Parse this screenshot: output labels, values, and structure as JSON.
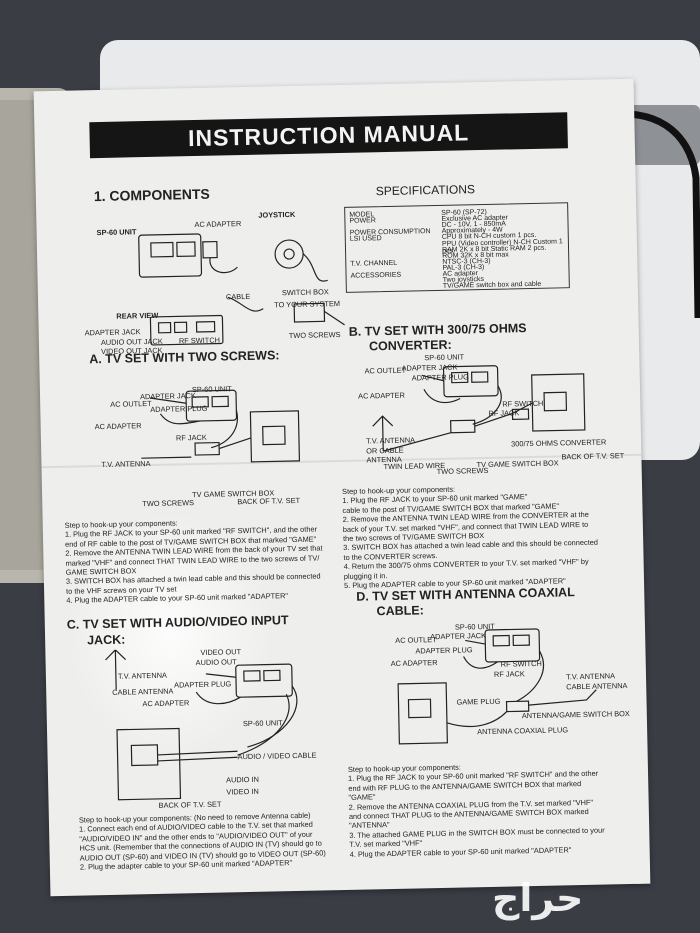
{
  "manual": {
    "title": "INSTRUCTION MANUAL",
    "components_heading": "1. COMPONENTS",
    "specifications_heading": "SPECIFICATIONS",
    "component_labels": {
      "sp60_unit": "SP-60 UNIT",
      "ac_adapter": "AC ADAPTER",
      "joystick": "JOYSTICK",
      "cable": "CABLE",
      "switch_box": "SWITCH BOX",
      "rear_view": "REAR VIEW",
      "adapter_jack": "ADAPTER JACK",
      "audio_out_jack": "AUDIO OUT JACK",
      "video_out_jack": "VIDEO OUT JACK",
      "rf_switch": "RF SWITCH",
      "to_your_system": "TO YOUR SYSTEM",
      "two_screws": "TWO SCREWS"
    },
    "specs": [
      {
        "label": "MODEL",
        "value": "SP-60 (SP-72)"
      },
      {
        "label": "POWER",
        "value": "Exclusive AC adapter"
      },
      {
        "label": "",
        "value": "DC - 10V, 1 - 850mA"
      },
      {
        "label": "POWER CONSUMPTION",
        "value": "Approximately - 4W"
      },
      {
        "label": "LSI USED",
        "value": "CPU 8 bit N-CH custom 1 pcs."
      },
      {
        "label": "",
        "value": "PPU (Video controller) N-CH Custom 1 pcs."
      },
      {
        "label": "",
        "value": "RAM 2K x 8 bit Static RAM 2 pcs."
      },
      {
        "label": "",
        "value": "ROM 32K x 8 bit max"
      },
      {
        "label": "T.V. CHANNEL",
        "value": "NTSC-3 (CH-3)"
      },
      {
        "label": "",
        "value": "PAL-3 (CH-3)"
      },
      {
        "label": "ACCESSORIES",
        "value": "AC adapter"
      },
      {
        "label": "",
        "value": "Two joysticks"
      },
      {
        "label": "",
        "value": "TV/GAME switch box and cable"
      }
    ],
    "section_a": {
      "heading": "A. TV SET WITH TWO SCREWS:",
      "labels": [
        "SP-60 UNIT",
        "AC OUTLET",
        "ADAPTER JACK",
        "ADAPTER PLUG",
        "AC ADAPTER",
        "RF JACK",
        "T.V. ANTENNA",
        "TWO SCREWS",
        "TV GAME SWITCH BOX",
        "BACK OF T.V. SET"
      ],
      "steps": [
        "Step to hook-up your components:",
        "1. Plug the RF JACK to your SP-60 unit marked \"RF SWITCH\", and the other",
        "   end of RF cable to the post of TV/GAME SWITCH BOX that marked \"GAME\"",
        "2. Remove the ANTENNA TWIN LEAD WIRE from the back of your TV set that",
        "   marked \"VHF\" and connect THAT TWIN LEAD WIRE to the two screws of TV/",
        "   GAME SWITCH BOX",
        "3. SWITCH BOX has attached a twin lead cable and this should be connected",
        "   to the VHF screws on your TV set",
        "4. Plug the ADAPTER cable to your SP-60 unit marked \"ADAPTER\""
      ]
    },
    "section_b": {
      "heading": "B. TV SET WITH 300/75 OHMS",
      "heading2": "CONVERTER:",
      "labels": [
        "SP-60 UNIT",
        "AC OUTLET",
        "ADAPTER JACK",
        "ADAPTER PLUG",
        "AC ADAPTER",
        "RF SWITCH",
        "RF JACK",
        "T.V. ANTENNA OR CABLE ANTENNA",
        "TWIN LEAD WIRE",
        "TWO SCREWS",
        "TV GAME SWITCH BOX",
        "300/75 OHMS CONVERTER",
        "BACK OF T.V. SET"
      ],
      "steps": [
        "Step to hook-up your components:",
        "1. Plug the RF JACK to your SP-60 unit marked \"GAME\"",
        "   cable to the post of TV/GAME SWITCH BOX that marked \"GAME\"",
        "2. Remove the ANTENNA TWIN LEAD WIRE from the CONVERTER at the",
        "   back of your T.V. set marked \"VHF\", and connect that TWIN LEAD WIRE to",
        "   the two screws of TV/GAME SWITCH BOX",
        "3. SWITCH BOX has attached a twin lead cable and this should be connected",
        "   to the CONVERTER screws.",
        "4. Return the 300/75 ohms CONVERTER to your T.V. set marked \"VHF\" by",
        "   plugging it in.",
        "5. Plug the ADAPTER cable to your SP-60 unit marked \"ADAPTER\""
      ]
    },
    "section_c": {
      "heading": "C. TV SET WITH AUDIO/VIDEO INPUT",
      "heading2": "JACK:",
      "labels": [
        "VIDEO OUT",
        "AUDIO OUT",
        "T.V. ANTENNA",
        "CABLE ANTENNA",
        "ADAPTER PLUG",
        "AC ADAPTER",
        "SP-60 UNIT",
        "AUDIO / VIDEO CABLE",
        "AUDIO IN",
        "VIDEO IN",
        "BACK OF T.V. SET"
      ],
      "steps": [
        "Step to hook-up your components: (No need to remove Antenna cable)",
        "1. Connect each end of AUDIO/VIDEO cable to the T.V. set that marked",
        "   \"AUDIO/VIDEO IN\" and the other ends to \"AUDIO/VIDEO OUT\" of your",
        "   HCS unit. (Remember that the connections of AUDIO IN (TV) should go to",
        "   AUDIO OUT (SP-60) and VIDEO IN (TV) should go to VIDEO OUT (SP-60)",
        "2. Plug the adapter cable to your SP-60 unit marked \"ADAPTER\""
      ]
    },
    "section_d": {
      "heading": "D. TV SET WITH ANTENNA COAXIAL",
      "heading2": "CABLE:",
      "labels": [
        "SP-60 UNIT",
        "AC OUTLET",
        "ADAPTER JACK",
        "ADAPTER PLUG",
        "AC ADAPTER",
        "RF SWITCH",
        "RF JACK",
        "T.V. ANTENNA",
        "CABLE ANTENNA",
        "GAME PLUG",
        "ANTENNA/GAME SWITCH BOX",
        "ANTENNA COAXIAL PLUG"
      ],
      "steps": [
        "Step to hook-up your components:",
        "1. Plug the RF JACK to your SP-60 unit marked \"RF SWITCH\" and the other",
        "   end with RF PLUG to the ANTENNA/GAME SWITCH BOX that marked",
        "   \"GAME\"",
        "2. Remove the ANTENNA COAXIAL PLUG from the T.V. set marked \"VHF\"",
        "   and connect THAT PLUG to the ANTENNA/GAME SWITCH BOX marked",
        "   \"ANTENNA\"",
        "3. The attached GAME PLUG in the SWITCH BOX must be connected to your",
        "   T.V. set marked \"VHF\"",
        "4. Plug the ADAPTER cable to your SP-60 unit marked \"ADAPTER\""
      ]
    }
  },
  "watermark": "حراج",
  "colors": {
    "paper": "#eeeeec",
    "banner": "#151515",
    "foam": "#e9eaec",
    "background": "#3a3d44"
  }
}
